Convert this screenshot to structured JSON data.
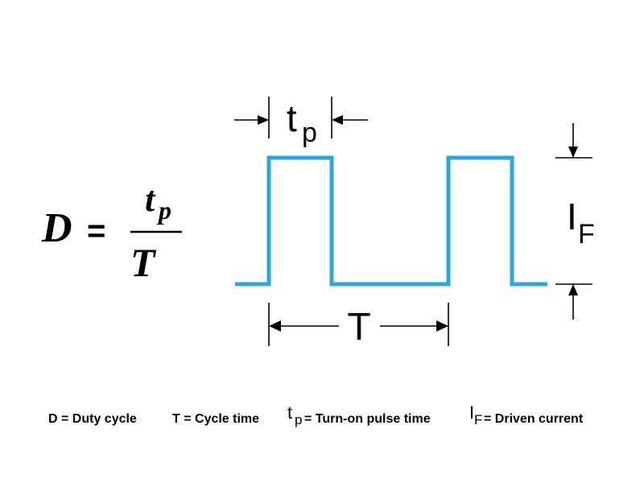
{
  "formula": {
    "lhs": "D",
    "equals": "=",
    "numerator_main": "t",
    "numerator_sub": "p",
    "denominator": "T"
  },
  "labels": {
    "pulse_width_main": "t",
    "pulse_width_sub": "p",
    "period": "T",
    "current_main": "I",
    "current_sub": "F"
  },
  "legend": {
    "duty": "D = Duty cycle",
    "cycle": "T = Cycle time",
    "pulse_main": "t",
    "pulse_sub": "p",
    "pulse_text": "= Turn-on pulse time",
    "current_main": "I",
    "current_sub": "F",
    "current_text": "= Driven current"
  },
  "colors": {
    "waveform": "#29a8df",
    "annotation": "#000000"
  }
}
